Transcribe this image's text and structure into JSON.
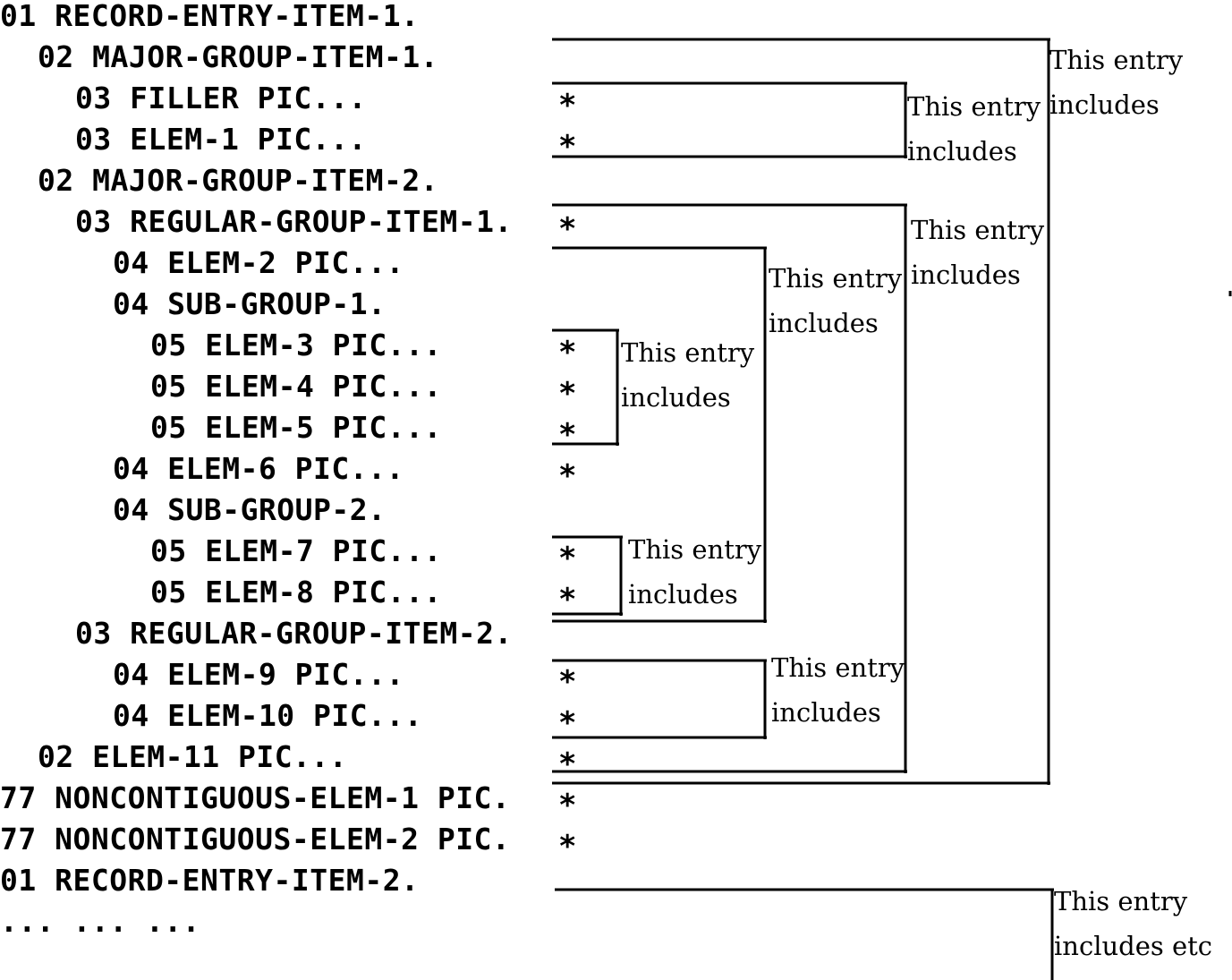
{
  "lines": [
    {
      "text": "01 RECORD-ENTRY-ITEM-1.",
      "indent": 0,
      "star": false
    },
    {
      "text": "02 MAJOR-GROUP-ITEM-1.",
      "indent": 1,
      "star": false
    },
    {
      "text": "03 FILLER PIC...",
      "indent": 2,
      "star": true
    },
    {
      "text": "03 ELEM-1 PIC...",
      "indent": 2,
      "star": true
    },
    {
      "text": "02 MAJOR-GROUP-ITEM-2.",
      "indent": 1,
      "star": false
    },
    {
      "text": "03 REGULAR-GROUP-ITEM-1.",
      "indent": 2,
      "star": true
    },
    {
      "text": "04 ELEM-2 PIC...",
      "indent": 3,
      "star": false
    },
    {
      "text": "04 SUB-GROUP-1.",
      "indent": 3,
      "star": false
    },
    {
      "text": "05 ELEM-3 PIC...",
      "indent": 4,
      "star": true
    },
    {
      "text": "05 ELEM-4 PIC...",
      "indent": 4,
      "star": true
    },
    {
      "text": "05 ELEM-5 PIC...",
      "indent": 4,
      "star": true
    },
    {
      "text": "04 ELEM-6 PIC...",
      "indent": 3,
      "star": true
    },
    {
      "text": "04 SUB-GROUP-2.",
      "indent": 3,
      "star": false
    },
    {
      "text": "05 ELEM-7 PIC...",
      "indent": 4,
      "star": true
    },
    {
      "text": "05 ELEM-8 PIC...",
      "indent": 4,
      "star": true
    },
    {
      "text": "03 REGULAR-GROUP-ITEM-2.",
      "indent": 2,
      "star": false
    },
    {
      "text": "04 ELEM-9 PIC...",
      "indent": 3,
      "star": true
    },
    {
      "text": "04 ELEM-10 PIC...",
      "indent": 3,
      "star": true
    },
    {
      "text": "02 ELEM-11 PIC...",
      "indent": 1,
      "star": true
    },
    {
      "text": "77 NONCONTIGUOUS-ELEM-1 PIC.",
      "indent": 0,
      "star": true
    },
    {
      "text": "77 NONCONTIGUOUS-ELEM-2 PIC.",
      "indent": 0,
      "star": true
    },
    {
      "text": "01 RECORD-ENTRY-ITEM-2.",
      "indent": 0,
      "star": false
    },
    {
      "text": "... ... ...",
      "indent": 0,
      "star": false
    }
  ],
  "star_symbol": "*",
  "notes": [
    {
      "id": "sub-group-1",
      "text": "This entry\nincludes"
    },
    {
      "id": "sub-group-2",
      "text": "This entry\nincludes"
    },
    {
      "id": "regular-group-1",
      "text": "This entry\nincludes"
    },
    {
      "id": "regular-group-2",
      "text": "This entry\nincludes"
    },
    {
      "id": "major-group-1",
      "text": "This entry\nincludes"
    },
    {
      "id": "major-group-2",
      "text": "This entry\nincludes"
    },
    {
      "id": "record-entry-1",
      "text": "This entry\nincludes"
    },
    {
      "id": "record-entry-2",
      "text": "This entry\nincludes etc"
    }
  ]
}
